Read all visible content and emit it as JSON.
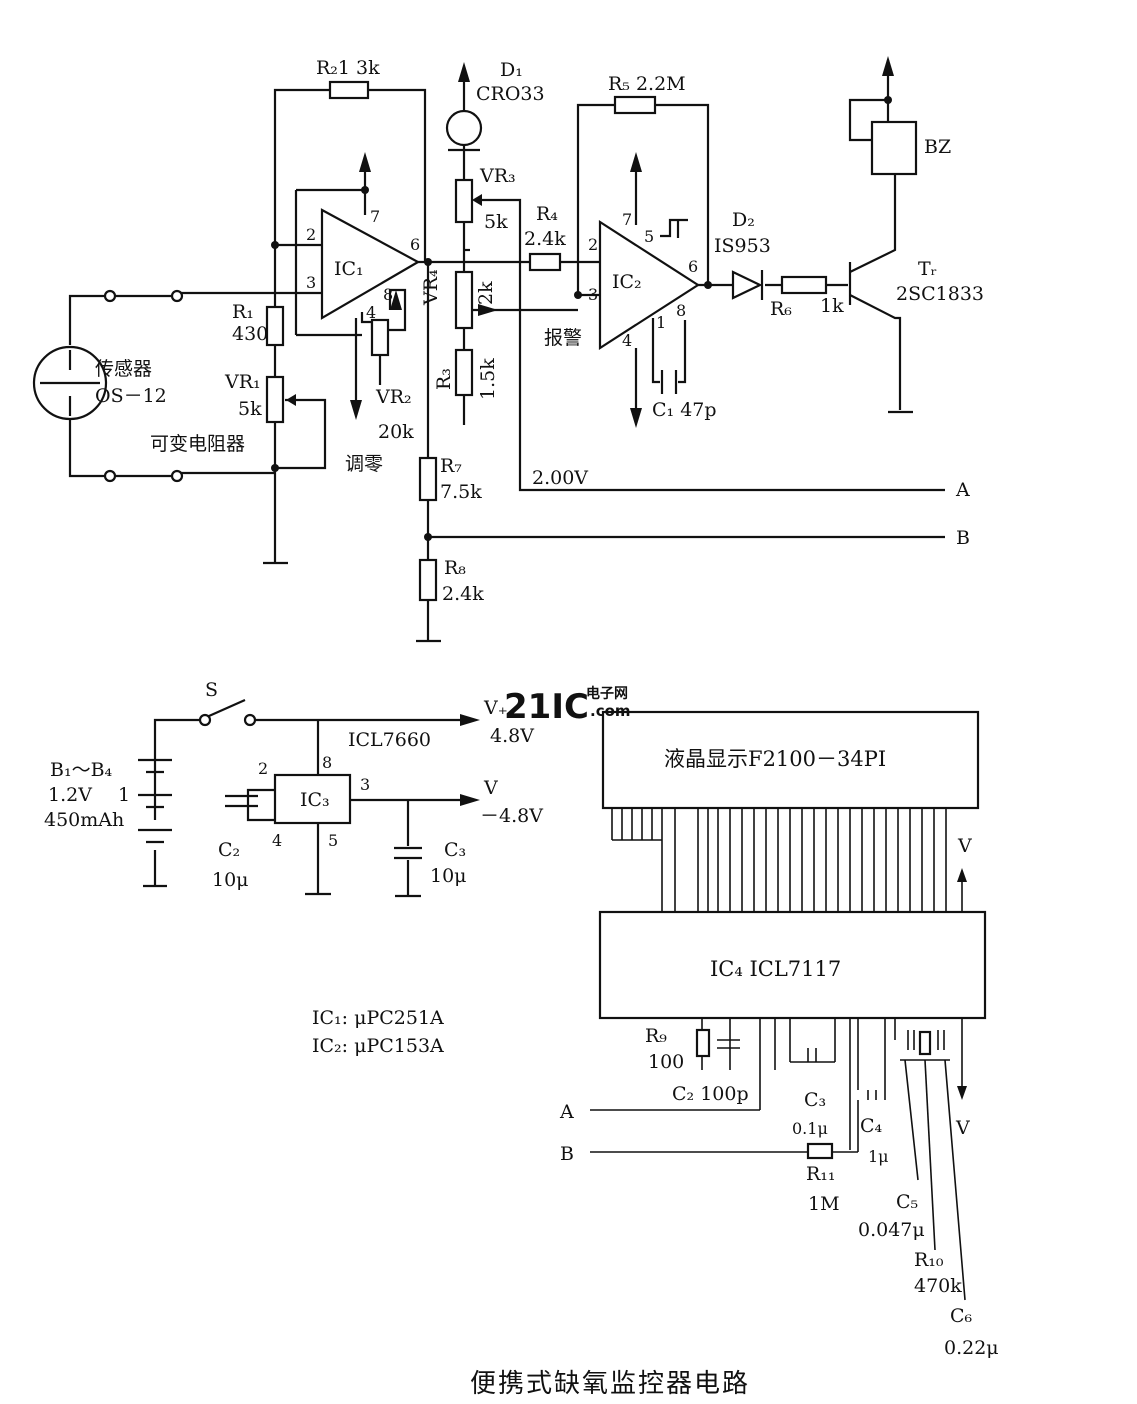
{
  "caption": "便携式缺氧监控器电路",
  "watermark": {
    "brand": "21IC",
    "sub": "电子网",
    "url": ".com",
    "color": "#e0245e"
  },
  "sensor": {
    "name": "传感器",
    "model": "OS－12"
  },
  "resistors": {
    "r2": "R₂1 3k",
    "r1": "R₁",
    "r1_val": "430",
    "vr1": "VR₁",
    "vr1_val": "5k",
    "vr1_desc": "可变电阻器",
    "vr2": "VR₂",
    "vr2_val": "20k",
    "vr2_desc": "调零",
    "vr3": "VR₃",
    "vr3_val": "5k",
    "vr4": "VR₄",
    "vr4_val": "2k",
    "r3": "R₃",
    "r3_val": "1.5k",
    "r4": "R₄",
    "r4_val": "2.4k",
    "r5": "R₅ 2.2M",
    "r6": "R₆",
    "r6_val": "1k",
    "r7": "R₇",
    "r7_val": "7.5k",
    "r8": "R₈",
    "r8_val": "2.4k",
    "r9": "R₉",
    "r9_val": "100",
    "r10": "R₁₀",
    "r10_val": "470k",
    "r11": "R₁₁",
    "r11_val": "1M"
  },
  "ic1": {
    "name": "IC₁",
    "pins": [
      "2",
      "3",
      "7",
      "6",
      "4",
      "8"
    ]
  },
  "ic2": {
    "name": "IC₂",
    "pins": [
      "2",
      "3",
      "7",
      "5",
      "6",
      "1",
      "8",
      "4"
    ]
  },
  "alarm": "报警",
  "d1": {
    "name": "D₁",
    "model": "CRO33"
  },
  "d2": {
    "name": "D₂",
    "model": "IS953"
  },
  "c1": "C₁ 47p",
  "transistor": {
    "name": "Tᵣ",
    "model": "2SC1833"
  },
  "buzzer": "BZ",
  "ref_voltage": "2.00V",
  "bus": {
    "a": "A",
    "b": "B"
  },
  "power": {
    "battery": "B₁～B₄",
    "battery_v": "1.2V",
    "battery_n": "1",
    "battery_cap": "450mAh",
    "switch": "S",
    "ic3": "IC₃",
    "ic3_pins": [
      "8",
      "2",
      "3",
      "4",
      "5"
    ],
    "ic3_model": "ICL7660",
    "vplus": "V₊",
    "vplus_val": "4.8V",
    "vminus": "V",
    "vminus_val": "－4.8V",
    "c2": "C₂",
    "c2_val": "10μ",
    "c3": "C₃",
    "c3_val": "10μ"
  },
  "ic_notes": [
    "IC₁: μPC251A",
    "IC₂: μPC153A"
  ],
  "lcd": "液晶显示F2100－34PI",
  "ic4": "IC₄ ICL7117",
  "ic4_side": "V",
  "bottom_caps": {
    "c2b": "C₂ 100p",
    "c3b": "C₃",
    "c3b_val": "0.1μ",
    "c4": "C₄",
    "c4_val": "1μ",
    "c5": "C₅",
    "c5_val": "0.047μ",
    "c6": "C₆",
    "c6_val": "0.22μ",
    "vout": "V"
  }
}
